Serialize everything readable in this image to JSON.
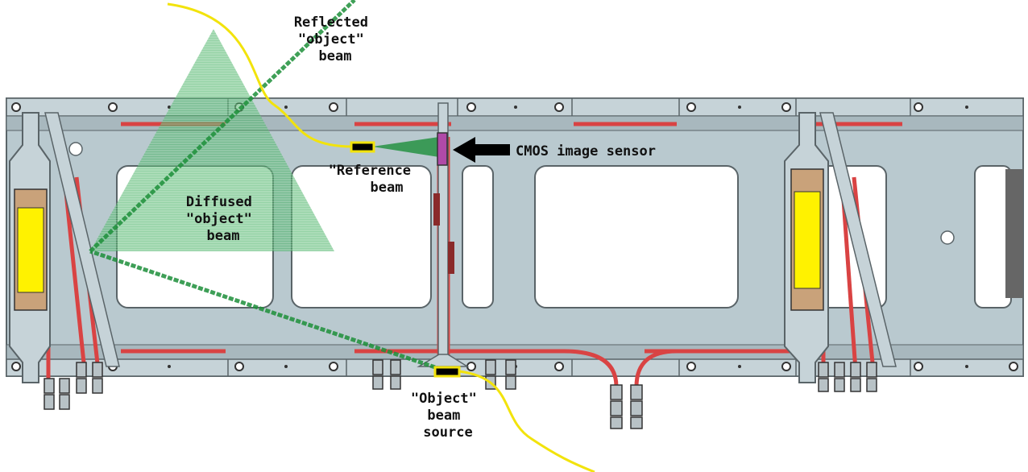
{
  "labels": {
    "reflected": [
      "Reflected",
      "\"object\"",
      "beam"
    ],
    "reference": [
      "\"Reference",
      "beam"
    ],
    "cmos": "CMOS image sensor",
    "diffused": [
      "Diffused",
      "\"object\"",
      "beam"
    ],
    "object_source": [
      "\"Object\"",
      "beam",
      "source"
    ]
  },
  "colors": {
    "frame": "#b9c9cf",
    "frame_edge": "#5a6468",
    "hose": "#d94343",
    "fiber": "#f2e30c",
    "laser": "#1d8f3a",
    "sensor": "#b04aa8",
    "magnet": "#fff200"
  }
}
